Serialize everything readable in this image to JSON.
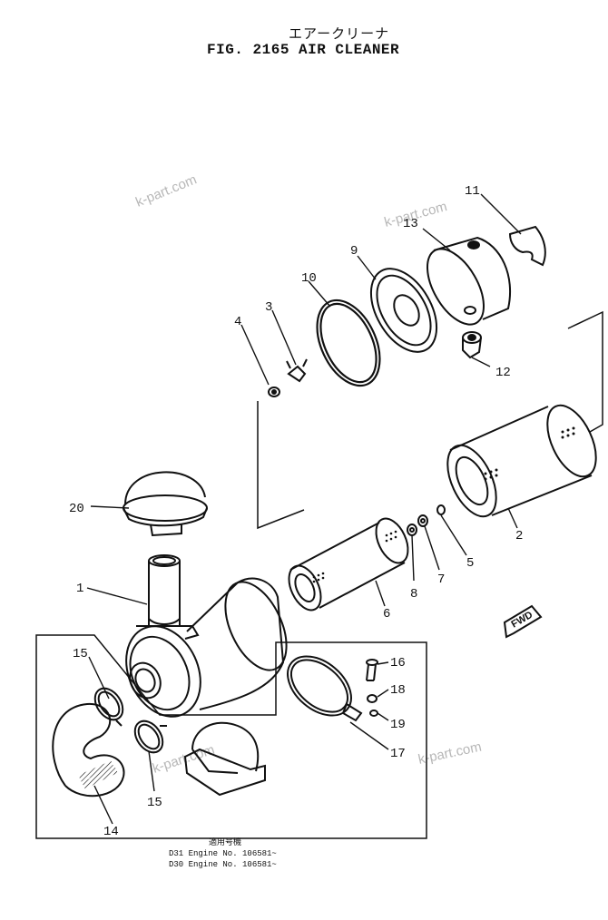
{
  "header": {
    "title_jp": "エアークリーナ",
    "title": "FIG. 2165  AIR CLEANER"
  },
  "callouts": [
    "1",
    "2",
    "3",
    "4",
    "5",
    "6",
    "7",
    "8",
    "9",
    "10",
    "11",
    "12",
    "13",
    "14",
    "15",
    "15",
    "16",
    "17",
    "18",
    "19",
    "20"
  ],
  "fwd_label": "FWD",
  "watermark": "k-part.com",
  "applicability": {
    "heading": "適用号機",
    "rows": [
      "D31  Engine  No. 106581~",
      "D30  Engine  No. 106581~"
    ]
  }
}
